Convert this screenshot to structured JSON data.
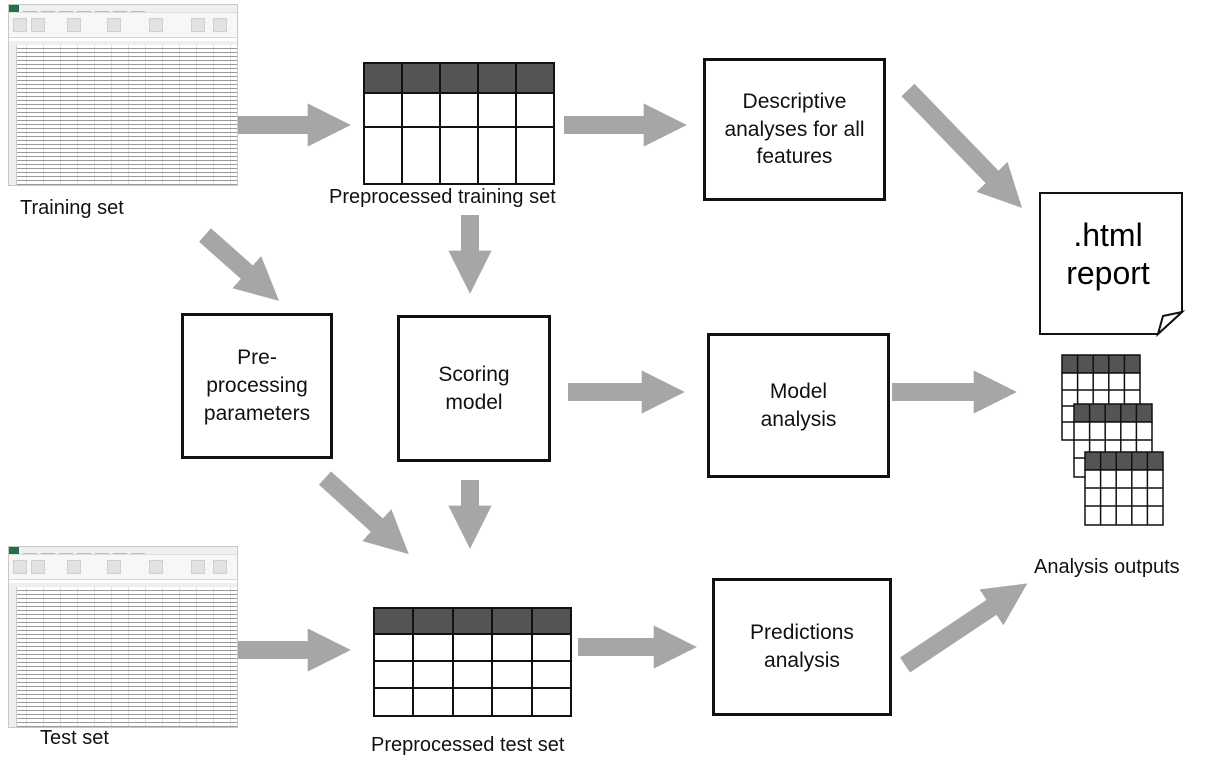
{
  "labels": {
    "training_set": "Training  set",
    "test_set": "Test set",
    "preprocessed_training_set": "Preprocessed training set",
    "preprocessed_test_set": "Preprocessed test set",
    "analysis_outputs": "Analysis outputs"
  },
  "boxes": {
    "descriptive": "Descriptive\nanalyses for all\nfeatures",
    "preprocessing": "Pre-\nprocessing\nparameters",
    "scoring": "Scoring\nmodel",
    "model_analysis": "Model\nanalysis",
    "predictions_analysis": "Predictions\nanalysis"
  },
  "report": {
    "line1": ".html",
    "line2": "report"
  },
  "colors": {
    "arrow": "#a6a6a6",
    "table_header": "#545454",
    "spreadsheet_accent": "#217346"
  }
}
